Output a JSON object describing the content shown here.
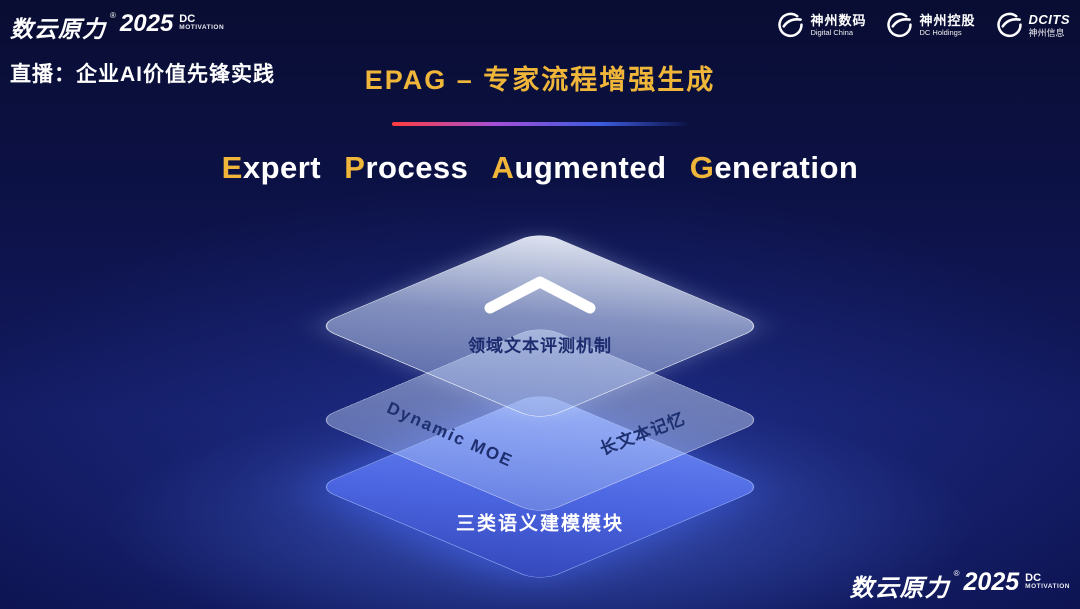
{
  "colors": {
    "title_gold": "#f0b63a",
    "bg_navy": "#0d1248",
    "layer_blue": "#4c66e2",
    "divider_red": "#ff3d3d",
    "divider_blue": "#3d5de0",
    "label_navy": "#1e2f6f"
  },
  "header": {
    "brand": {
      "name": "数云原力",
      "reg": "®",
      "year": "2025",
      "dc": "DC",
      "motivation": "MOTIVATION"
    },
    "live_label": "直播：企业AI价值先锋实践",
    "title": "EPAG – 专家流程增强生成",
    "logos": [
      {
        "icon": "swoosh-circle-icon",
        "name": "神州数码",
        "sub": "Digital China"
      },
      {
        "icon": "swoosh-circle-icon",
        "name": "神州控股",
        "sub": "DC Holdings"
      },
      {
        "icon": "swoosh-circle-icon",
        "name": "DCITS",
        "sub": "神州信息"
      }
    ]
  },
  "main": {
    "english_title": [
      {
        "cap": "E",
        "rest": "xpert"
      },
      {
        "cap": "P",
        "rest": "rocess"
      },
      {
        "cap": "A",
        "rest": "ugmented"
      },
      {
        "cap": "G",
        "rest": "eneration"
      }
    ],
    "stack": {
      "chevron_icon": "chevron-up-icon",
      "top_label": "领域文本评测机制",
      "middle_left_label": "Dynamic MOE",
      "middle_right_label": "长文本记忆",
      "bottom_label": "三类语义建模模块"
    }
  },
  "footer": {
    "brand": {
      "name": "数云原力",
      "reg": "®",
      "year": "2025",
      "dc": "DC",
      "motivation": "MOTIVATION"
    }
  }
}
